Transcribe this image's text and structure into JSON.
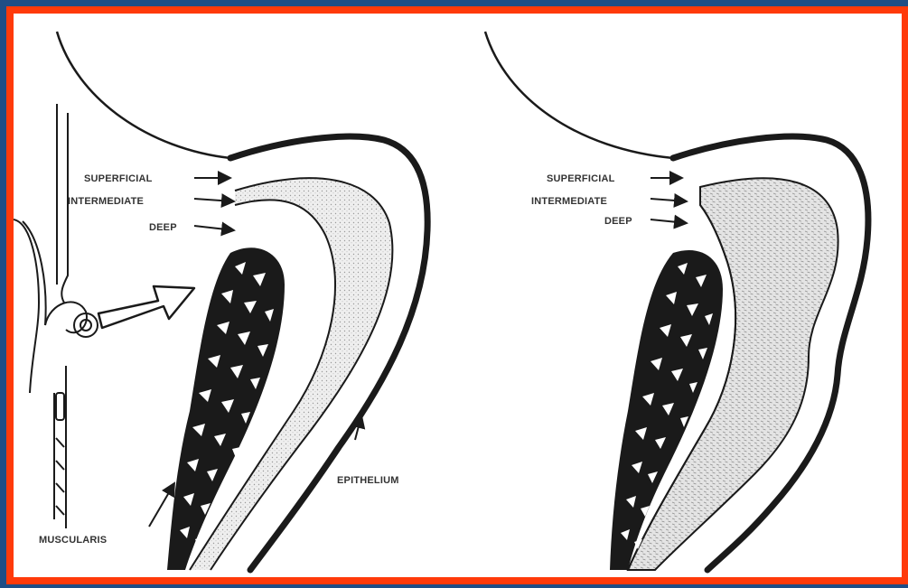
{
  "left_panel": {
    "labels": {
      "superficial": "SUPERFICIAL",
      "intermediate": "INTERMEDIATE",
      "deep": "DEEP",
      "muscularis": "MUSCULARIS",
      "epithelium": "EPITHELIUM"
    }
  },
  "right_panel": {
    "labels": {
      "superficial": "SUPERFICIAL",
      "intermediate": "INTERMEDIATE",
      "deep": "DEEP"
    }
  },
  "colors": {
    "frame_border": "#ff3a0a",
    "outer_background": "#1f4e86",
    "ink": "#1a1a1a",
    "stipple": "#d6d6d6"
  }
}
